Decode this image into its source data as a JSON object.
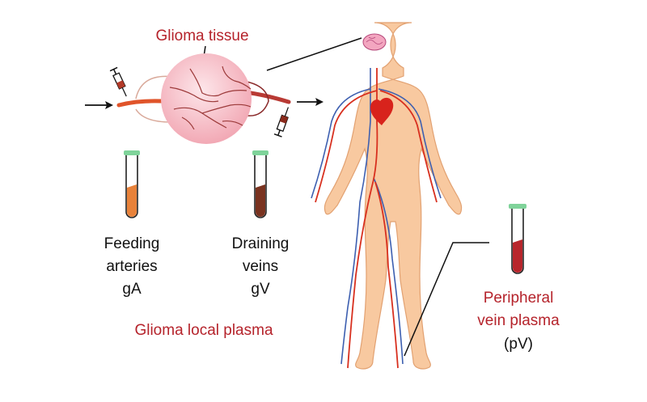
{
  "title": "Glioma tissue",
  "samples": {
    "feeding": {
      "line1": "Feeding",
      "line2": "arteries",
      "code": "gA",
      "fill_color": "#e8823a"
    },
    "draining": {
      "line1": "Draining",
      "line2": "veins",
      "code": "gV",
      "fill_color": "#7a3320"
    },
    "peripheral": {
      "line1": "Peripheral",
      "line2": "vein plasma",
      "code": "(pV)",
      "fill_color": "#b8262c"
    }
  },
  "group_label": "Glioma local plasma",
  "colors": {
    "accent_red": "#b5232b",
    "artery": "#d8301f",
    "vein": "#3d5fb0",
    "skin": "#f8c9a0",
    "tissue": "#f6c0c8",
    "cap": "#7fd39a"
  }
}
